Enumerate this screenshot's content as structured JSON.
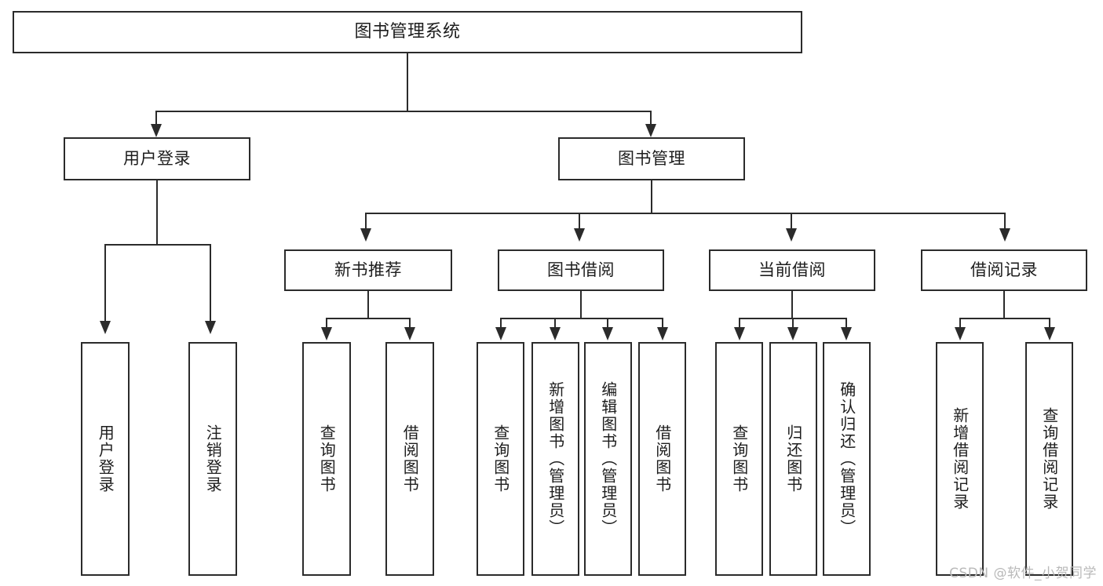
{
  "diagram": {
    "title": "图书管理系统",
    "type": "tree",
    "root": {
      "id": "root",
      "label": "图书管理系统"
    },
    "level2": [
      {
        "id": "user-login",
        "label": "用户登录"
      },
      {
        "id": "book-manage",
        "label": "图书管理"
      }
    ],
    "level3": [
      {
        "id": "new-book-recommend",
        "label": "新书推荐",
        "parent": "book-manage"
      },
      {
        "id": "book-borrow",
        "label": "图书借阅",
        "parent": "book-manage"
      },
      {
        "id": "current-borrow",
        "label": "当前借阅",
        "parent": "book-manage"
      },
      {
        "id": "borrow-record",
        "label": "借阅记录",
        "parent": "book-manage"
      }
    ],
    "leaves": {
      "user_login": [
        {
          "id": "leaf-user-login",
          "label": "用户登录"
        },
        {
          "id": "leaf-logout",
          "label": "注销登录"
        }
      ],
      "new_book_recommend": [
        {
          "id": "leaf-query-book-1",
          "label": "查询图书"
        },
        {
          "id": "leaf-borrow-book-1",
          "label": "借阅图书"
        }
      ],
      "book_borrow": [
        {
          "id": "leaf-query-book-2",
          "label": "查询图书"
        },
        {
          "id": "leaf-add-book",
          "label": "新增图书（管理员）"
        },
        {
          "id": "leaf-edit-book",
          "label": "编辑图书（管理员）"
        },
        {
          "id": "leaf-borrow-book-2",
          "label": "借阅图书"
        }
      ],
      "current_borrow": [
        {
          "id": "leaf-query-book-3",
          "label": "查询图书"
        },
        {
          "id": "leaf-return-book",
          "label": "归还图书"
        },
        {
          "id": "leaf-confirm-return",
          "label": "确认归还（管理员）"
        }
      ],
      "borrow_record": [
        {
          "id": "leaf-add-record",
          "label": "新增借阅记录"
        },
        {
          "id": "leaf-query-record",
          "label": "查询借阅记录"
        }
      ]
    }
  },
  "watermark": {
    "text": "CSDN @软件_小贺同学"
  },
  "colors": {
    "stroke": "#2b2b2b",
    "text": "#1d1d1d",
    "background": "#ffffff",
    "watermark": "#b9b9b9"
  }
}
